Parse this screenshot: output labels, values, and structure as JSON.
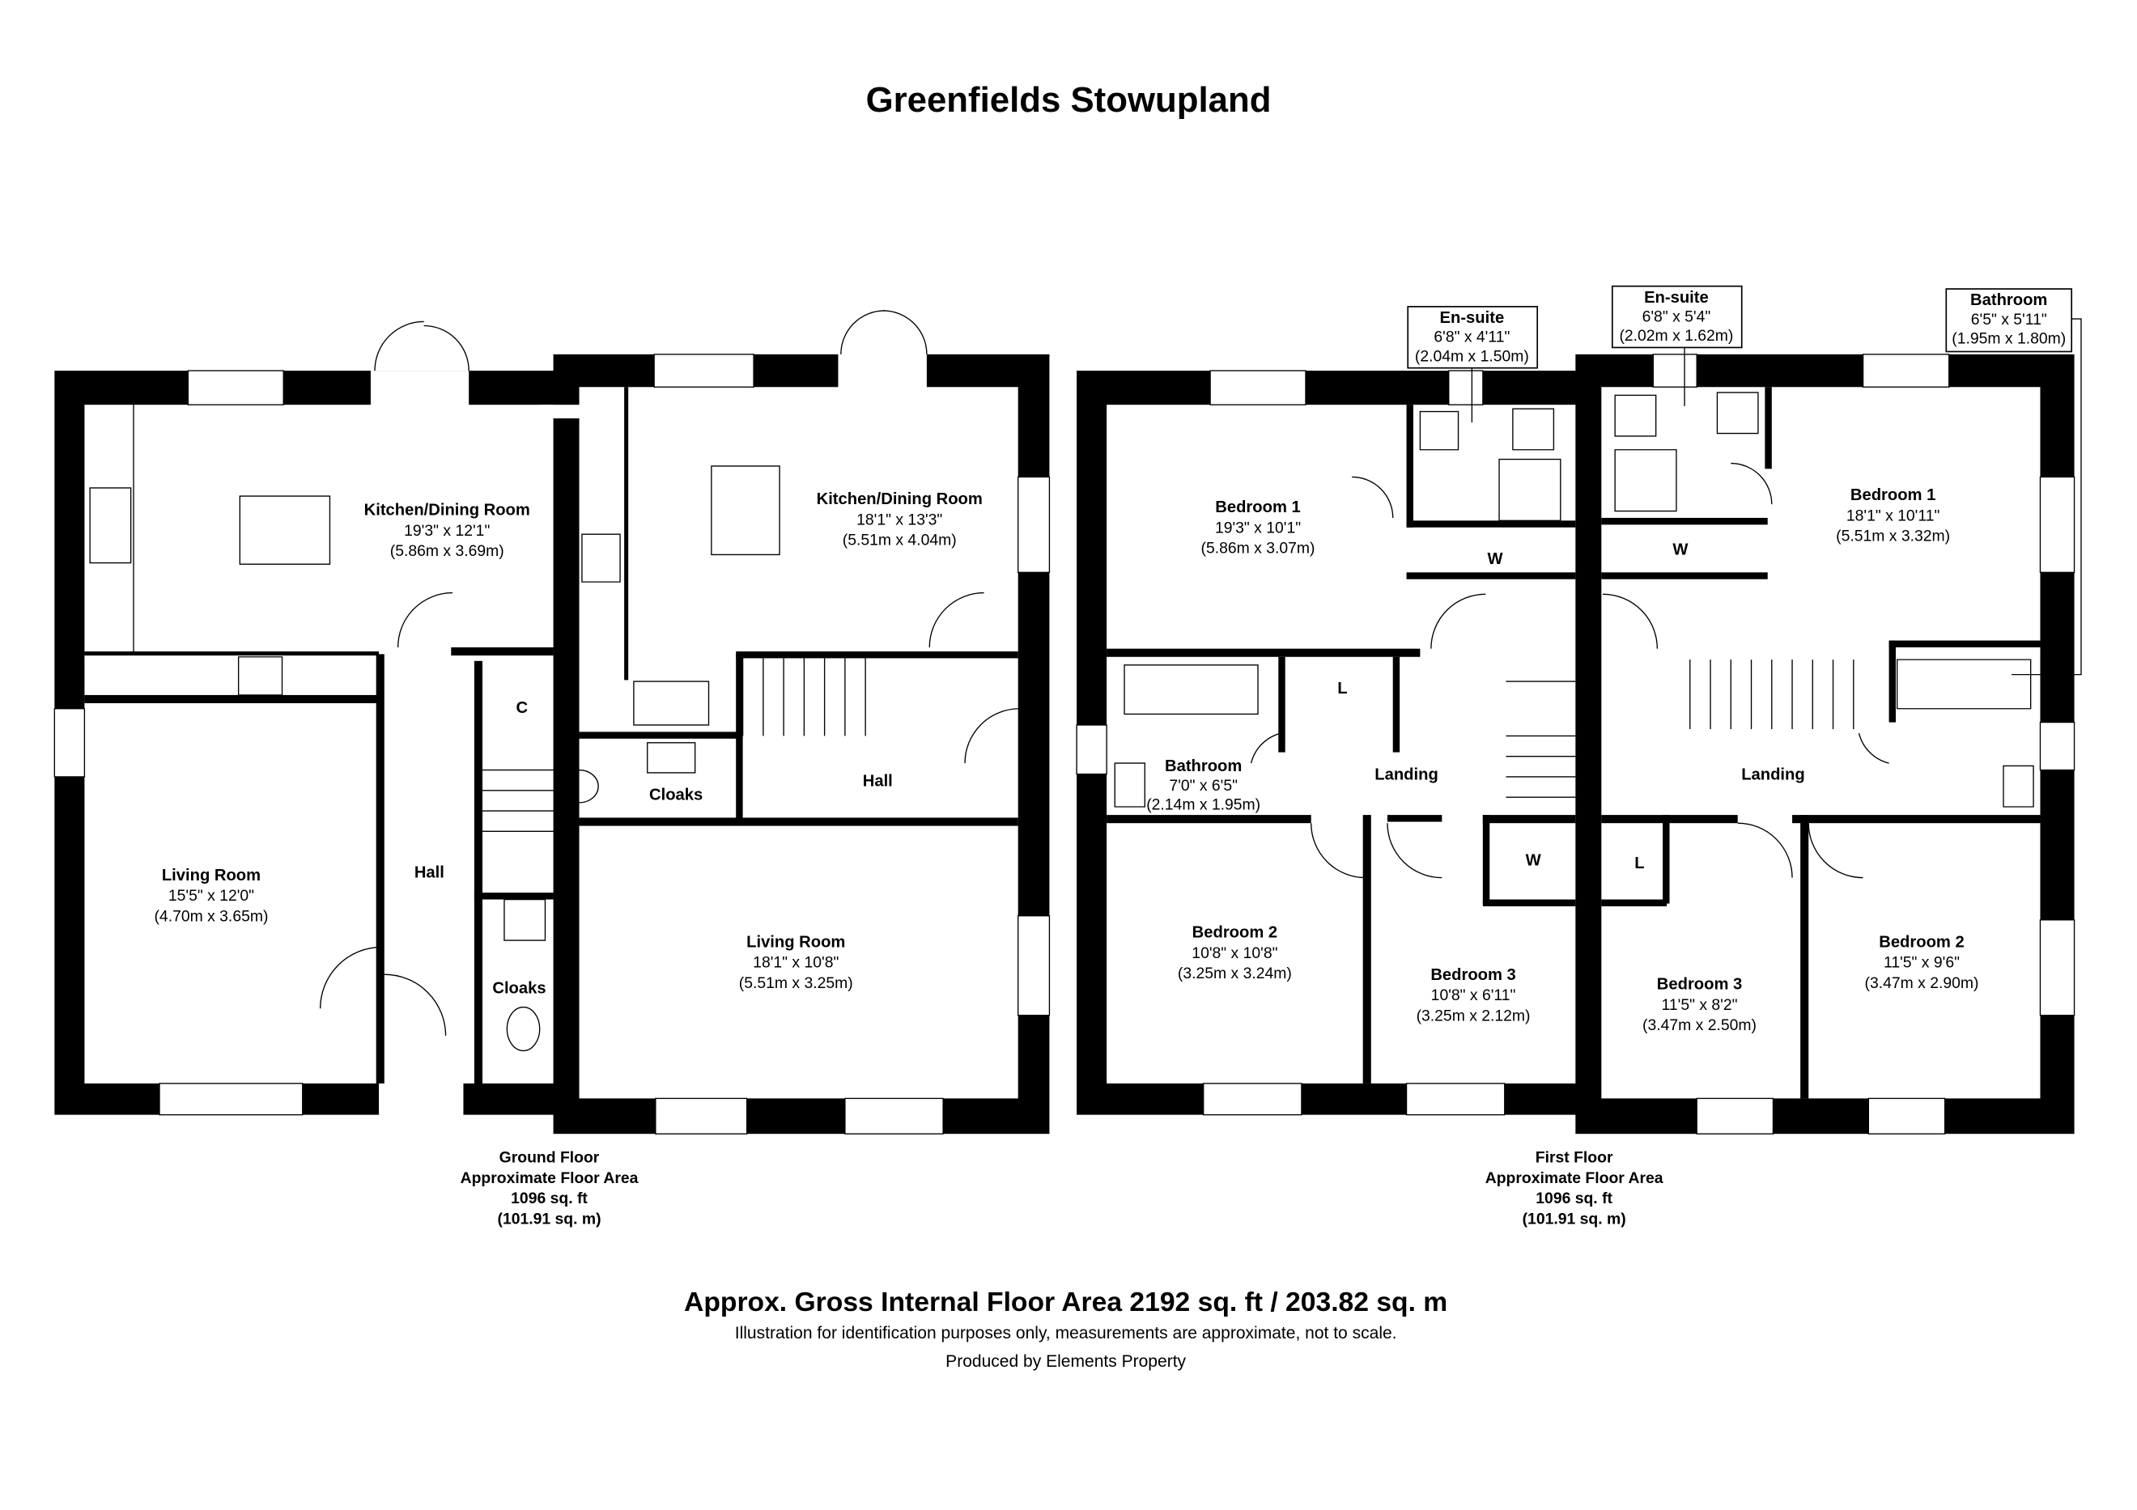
{
  "title": "Greenfields Stowupland",
  "ground_floor": {
    "label": "Ground Floor",
    "area_label": "Approximate Floor Area",
    "area_sqft": "1096 sq. ft",
    "area_sqm": "(101.91 sq. m)",
    "rooms": [
      {
        "name": "Kitchen/Dining Room",
        "imperial": "19'3\" x 12'1\"",
        "metric": "(5.86m x 3.69m)"
      },
      {
        "name": "Living Room",
        "imperial": "15'5\" x 12'0\"",
        "metric": "(4.70m x 3.65m)"
      },
      {
        "name": "Hall"
      },
      {
        "name": "C"
      },
      {
        "name": "Cloaks"
      },
      {
        "name": "Kitchen/Dining Room",
        "imperial": "18'1\" x 13'3\"",
        "metric": "(5.51m x 4.04m)"
      },
      {
        "name": "Cloaks"
      },
      {
        "name": "Hall"
      },
      {
        "name": "Living Room",
        "imperial": "18'1\" x 10'8\"",
        "metric": "(5.51m x 3.25m)"
      }
    ]
  },
  "first_floor": {
    "label": "First Floor",
    "area_label": "Approximate Floor Area",
    "area_sqft": "1096 sq. ft",
    "area_sqm": "(101.91 sq. m)",
    "rooms": [
      {
        "name": "Bedroom 1",
        "imperial": "19'3\" x 10'1\"",
        "metric": "(5.86m x 3.07m)"
      },
      {
        "name": "W"
      },
      {
        "name": "Bathroom",
        "imperial": "7'0\" x 6'5\"",
        "metric": "(2.14m x 1.95m)"
      },
      {
        "name": "L"
      },
      {
        "name": "Landing"
      },
      {
        "name": "Bedroom 2",
        "imperial": "10'8\" x 10'8\"",
        "metric": "(3.25m x 3.24m)"
      },
      {
        "name": "Bedroom 3",
        "imperial": "10'8\" x 6'11\"",
        "metric": "(3.25m x 2.12m)"
      },
      {
        "name": "W"
      },
      {
        "name": "Bedroom 1",
        "imperial": "18'1\" x 10'11\"",
        "metric": "(5.51m x 3.32m)"
      },
      {
        "name": "W"
      },
      {
        "name": "Landing"
      },
      {
        "name": "L"
      },
      {
        "name": "Bedroom 3",
        "imperial": "11'5\" x 8'2\"",
        "metric": "(3.47m x 2.50m)"
      },
      {
        "name": "Bedroom 2",
        "imperial": "11'5\" x 9'6\"",
        "metric": "(3.47m x 2.90m)"
      }
    ],
    "callouts": [
      {
        "name": "En-suite",
        "imperial": "6'8\" x 4'11\"",
        "metric": "(2.04m x 1.50m)"
      },
      {
        "name": "En-suite",
        "imperial": "6'8\" x 5'4\"",
        "metric": "(2.02m x 1.62m)"
      },
      {
        "name": "Bathroom",
        "imperial": "6'5\" x 5'11\"",
        "metric": "(1.95m x 1.80m)"
      }
    ]
  },
  "footer": {
    "gross_area": "Approx. Gross Internal Floor Area 2192 sq. ft / 203.82 sq. m",
    "disclaimer": "Illustration for identification purposes only, measurements are approximate, not to scale.",
    "credit": "Produced by Elements Property"
  }
}
